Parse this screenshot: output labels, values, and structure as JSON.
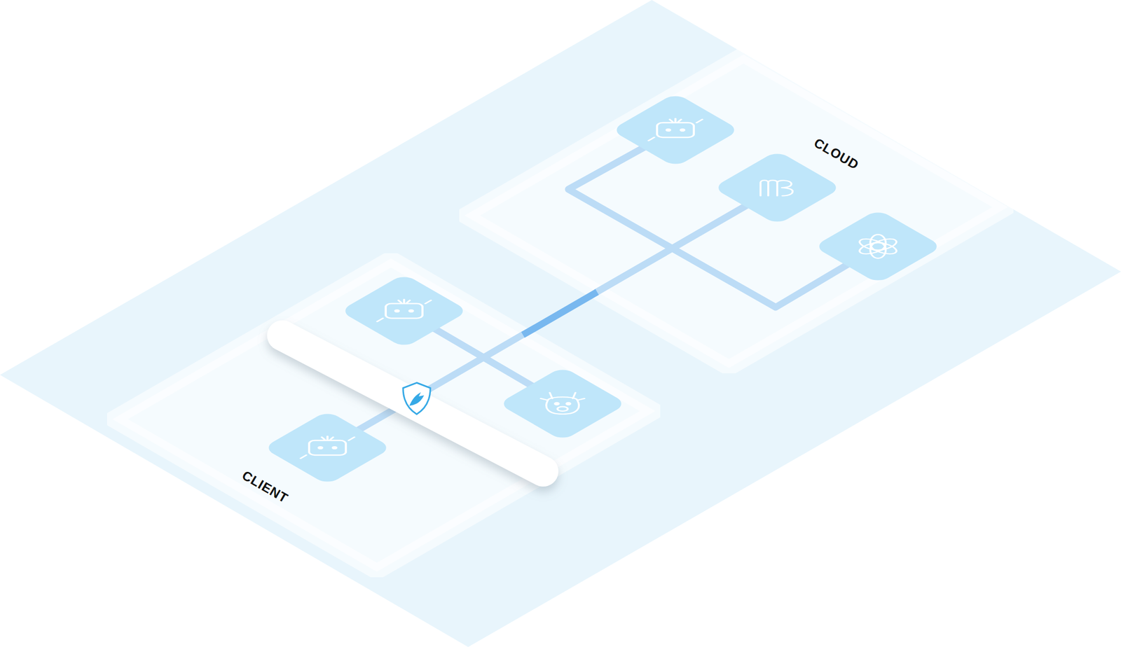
{
  "diagram": {
    "nodes": [
      {
        "text": [
          "CLIENT"
        ]
      },
      {
        "text": [
          "CLOUD"
        ]
      }
    ],
    "edges": [
      {
        "from": 0,
        "to": 1,
        "arrow": "none"
      }
    ]
  }
}
